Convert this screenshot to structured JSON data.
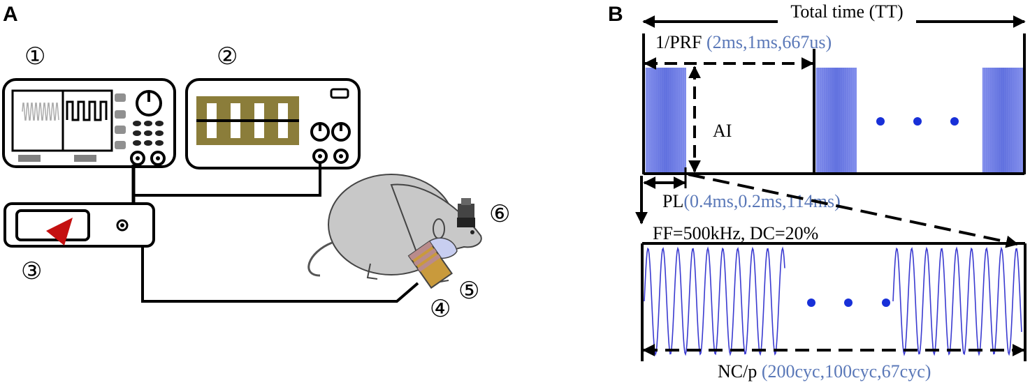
{
  "panel_a": {
    "letter": "A",
    "callouts": [
      "①",
      "②",
      "③",
      "④",
      "⑤",
      "⑥"
    ]
  },
  "panel_b": {
    "letter": "B",
    "total_time": "Total time (TT)",
    "prf_label": "1/PRF ",
    "prf_values": "(2ms,1ms,667us)",
    "ai_label": "AI",
    "pl_label": "PL",
    "pl_values": "(0.4ms,0.2ms,114ms)",
    "ff_label": "FF=500kHz, DC=20%",
    "nc_label": "NC/p ",
    "nc_values": "(200cyc,100cyc,67cyc)"
  },
  "colors": {
    "burst": "#6f7fe6",
    "sine": "#3a3ad0",
    "dots": "#1830d8",
    "value_text": "#5a78b8",
    "arrow_red": "#c41010",
    "pattern_gold": "#8b7d3a",
    "mouse_gray": "#c8c8c8",
    "transducer": "#c99a3c"
  }
}
